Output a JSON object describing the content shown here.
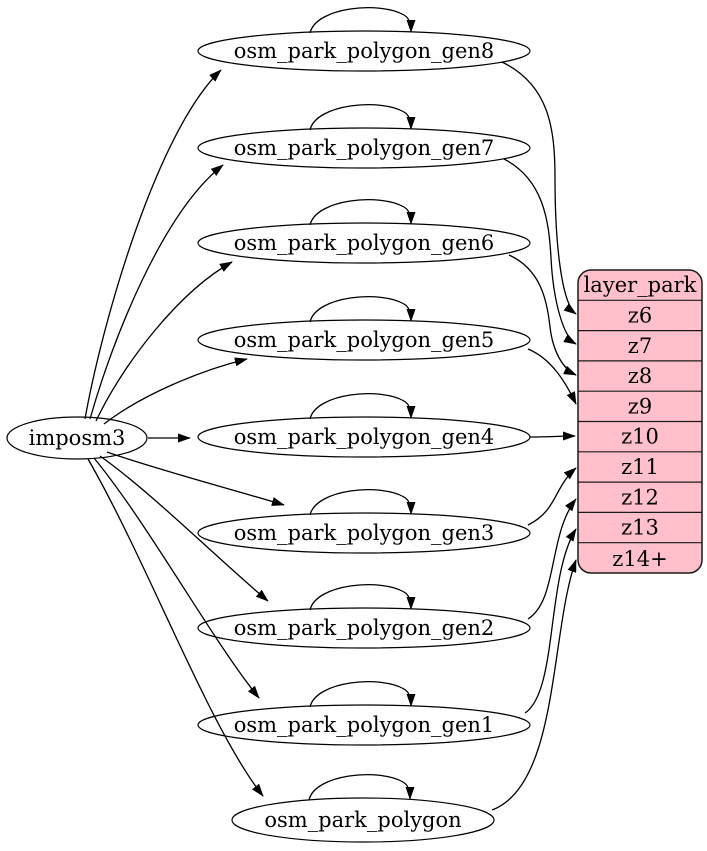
{
  "diagram": {
    "kind": "etl-graph",
    "background_color": "#ffffff",
    "node_fill": "#ffffff",
    "node_border": "#000000",
    "edge_color": "#000000",
    "source_node": {
      "id": "imposm3",
      "label": "imposm3"
    },
    "table_nodes": [
      {
        "id": "osm_park_polygon_gen8",
        "label": "osm_park_polygon_gen8"
      },
      {
        "id": "osm_park_polygon_gen7",
        "label": "osm_park_polygon_gen7"
      },
      {
        "id": "osm_park_polygon_gen6",
        "label": "osm_park_polygon_gen6"
      },
      {
        "id": "osm_park_polygon_gen5",
        "label": "osm_park_polygon_gen5"
      },
      {
        "id": "osm_park_polygon_gen4",
        "label": "osm_park_polygon_gen4"
      },
      {
        "id": "osm_park_polygon_gen3",
        "label": "osm_park_polygon_gen3"
      },
      {
        "id": "osm_park_polygon_gen2",
        "label": "osm_park_polygon_gen2"
      },
      {
        "id": "osm_park_polygon_gen1",
        "label": "osm_park_polygon_gen1"
      },
      {
        "id": "osm_park_polygon",
        "label": "osm_park_polygon"
      }
    ],
    "layer_table": {
      "id": "layer_park",
      "header": "layer_park",
      "rows": [
        "z6",
        "z7",
        "z8",
        "z9",
        "z10",
        "z11",
        "z12",
        "z13",
        "z14+"
      ],
      "fill_color": "#ffc0cb",
      "border_color": "#1a1a1a",
      "text_color": "#000000"
    },
    "edges": {
      "from_source": [
        "osm_park_polygon_gen8",
        "osm_park_polygon_gen7",
        "osm_park_polygon_gen6",
        "osm_park_polygon_gen5",
        "osm_park_polygon_gen4",
        "osm_park_polygon_gen3",
        "osm_park_polygon_gen2",
        "osm_park_polygon_gen1",
        "osm_park_polygon"
      ],
      "self_loops": [
        "osm_park_polygon_gen8",
        "osm_park_polygon_gen7",
        "osm_park_polygon_gen6",
        "osm_park_polygon_gen5",
        "osm_park_polygon_gen4",
        "osm_park_polygon_gen3",
        "osm_park_polygon_gen2",
        "osm_park_polygon_gen1",
        "osm_park_polygon"
      ],
      "to_layer": [
        {
          "from": "osm_park_polygon_gen8",
          "to": "z6"
        },
        {
          "from": "osm_park_polygon_gen7",
          "to": "z7"
        },
        {
          "from": "osm_park_polygon_gen6",
          "to": "z8"
        },
        {
          "from": "osm_park_polygon_gen5",
          "to": "z9"
        },
        {
          "from": "osm_park_polygon_gen4",
          "to": "z10"
        },
        {
          "from": "osm_park_polygon_gen3",
          "to": "z11"
        },
        {
          "from": "osm_park_polygon_gen2",
          "to": "z12"
        },
        {
          "from": "osm_park_polygon_gen1",
          "to": "z13"
        },
        {
          "from": "osm_park_polygon",
          "to": "z14+"
        }
      ]
    }
  }
}
